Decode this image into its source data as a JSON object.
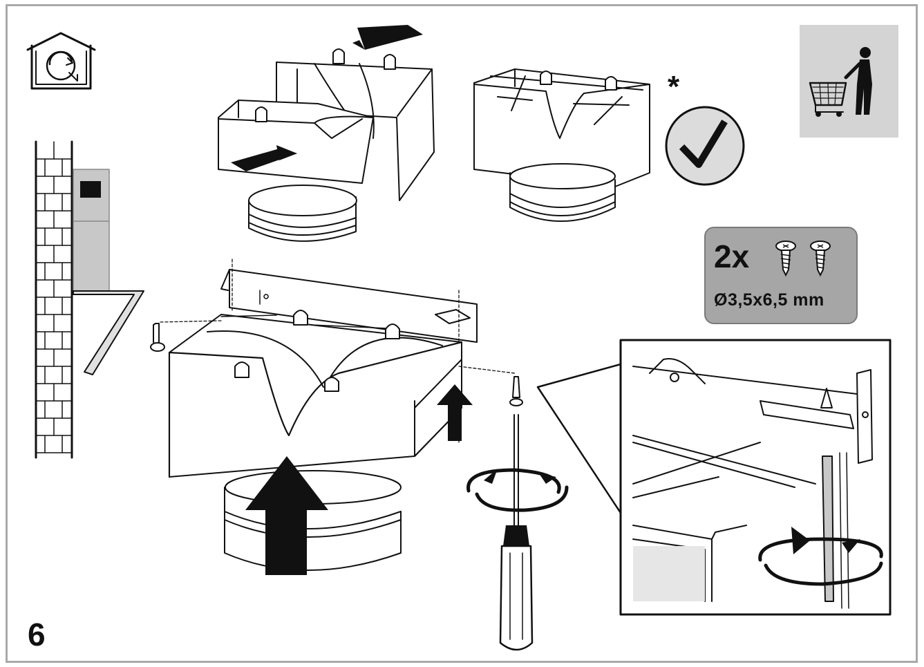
{
  "step": {
    "number": "6"
  },
  "note": {
    "asterisk": "*"
  },
  "screws": {
    "count": "2x",
    "size": "Ø3,5x6,5 mm",
    "icon": "screw-icon"
  },
  "icons": {
    "house": "house-recirculation-icon",
    "service": "shopping-cart-person-icon",
    "check": "checkmark-circle-icon"
  },
  "colors": {
    "frame": "#a9a9a9",
    "badge": "#a6a6a6",
    "service_bg": "#d4d4d4",
    "hood": "#c8c8c8",
    "ink": "#111111"
  }
}
